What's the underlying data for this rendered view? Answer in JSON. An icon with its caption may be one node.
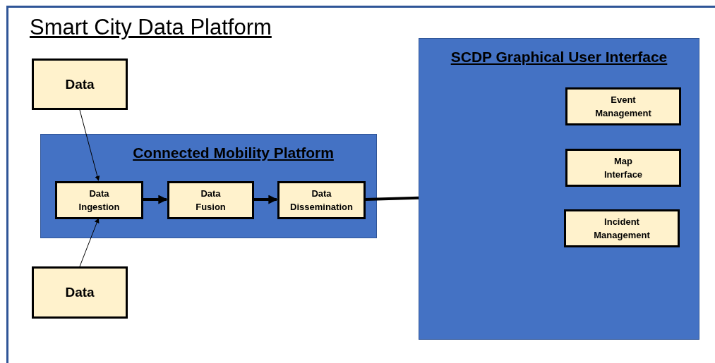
{
  "diagram": {
    "title": "Smart City Data Platform",
    "nodes": [
      {
        "text": [
          "Data"
        ]
      },
      {
        "text": [
          "Connected Mobility Platform"
        ]
      },
      {
        "text": [
          "Data Ingestion"
        ],
        "in": 1
      },
      {
        "text": [
          "Data Fusion"
        ],
        "in": 1
      },
      {
        "text": [
          "Data Dissemination"
        ],
        "in": 1
      },
      {
        "text": [
          "Data"
        ]
      },
      {
        "text": [
          "SCDP Graphical User Interface"
        ]
      },
      {
        "text": [
          "Event Management"
        ],
        "in": 6
      },
      {
        "text": [
          "Map Interface"
        ],
        "in": 6
      },
      {
        "text": [
          "Incident Management"
        ],
        "in": 6
      }
    ],
    "edges": [
      {
        "from": 0,
        "to": 2,
        "arrow": "to"
      },
      {
        "from": 5,
        "to": 2,
        "arrow": "to"
      },
      {
        "from": 2,
        "to": 3,
        "arrow": "to"
      },
      {
        "from": 3,
        "to": 4,
        "arrow": "to"
      },
      {
        "from": 4,
        "to": 6,
        "arrow": "none"
      }
    ]
  }
}
